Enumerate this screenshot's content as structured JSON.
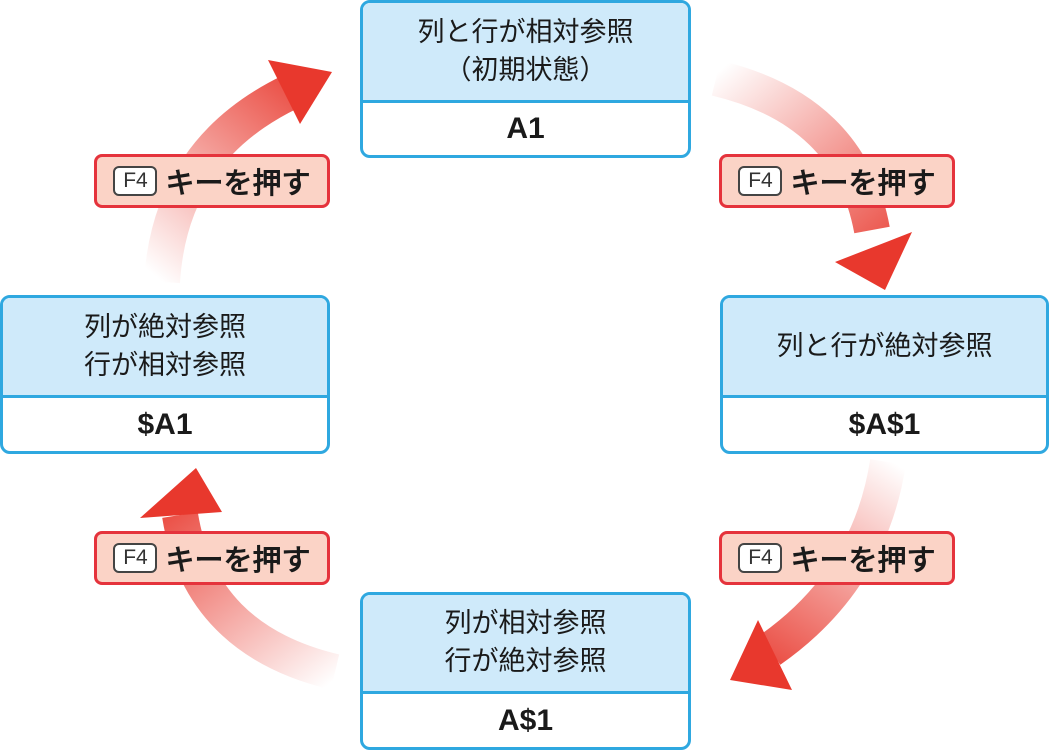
{
  "diagram": {
    "colors": {
      "box_border": "#2fa8e0",
      "box_header": "#cfeafa",
      "arrow": "#e8382d",
      "pill_border": "#e5333c",
      "pill_fill": "#fbd3c6"
    },
    "states": {
      "top": {
        "line1": "列と行が相対参照",
        "line2": "（初期状態）",
        "ref": "A1"
      },
      "right": {
        "line1": "列と行が絶対参照",
        "line2": "",
        "ref": "$A$1"
      },
      "bottom": {
        "line1": "列が相対参照",
        "line2": "行が絶対参照",
        "ref": "A$1"
      },
      "left": {
        "line1": "列が絶対参照",
        "line2": "行が相対参照",
        "ref": "$A1"
      }
    },
    "transitions": [
      {
        "key": "F4",
        "text": "キーを押す",
        "direction": "top-to-right"
      },
      {
        "key": "F4",
        "text": "キーを押す",
        "direction": "right-to-bottom"
      },
      {
        "key": "F4",
        "text": "キーを押す",
        "direction": "bottom-to-left"
      },
      {
        "key": "F4",
        "text": "キーを押す",
        "direction": "left-to-top"
      }
    ]
  }
}
